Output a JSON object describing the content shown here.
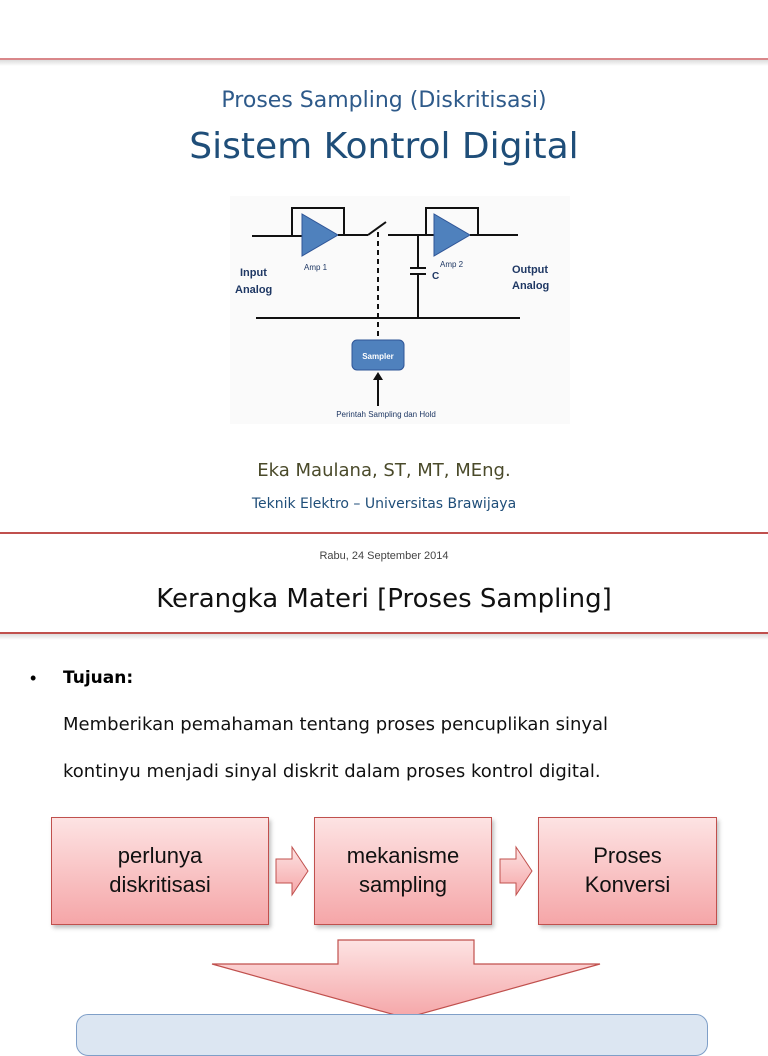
{
  "slide1": {
    "subtitle": "Proses Sampling (Diskritisasi)",
    "title": "Sistem Kontrol Digital",
    "diagram": {
      "input_label_1": "Input",
      "input_label_2": "Analog",
      "output_label_1": "Output",
      "output_label_2": "Analog",
      "amp1_label": "Amp 1",
      "amp2_label": "Amp 2",
      "capacitor_label": "C",
      "sampler_label": "Sampler",
      "command_label": "Perintah Sampling dan Hold"
    },
    "author": "Eka Maulana, ST, MT, MEng.",
    "affiliation": "Teknik Elektro – Universitas Brawijaya"
  },
  "slide2": {
    "date": "Rabu, 24 September 2014",
    "title": "Kerangka Materi [Proses Sampling]",
    "bullet_symbol": "•",
    "bullet_label": "Tujuan:",
    "body_line_1": "Memberikan pemahaman tentang proses pencuplikan sinyal",
    "body_line_2": "kontinyu menjadi sinyal diskrit dalam proses kontrol digital.",
    "flow": [
      {
        "line1": "perlunya",
        "line2": "diskritisasi"
      },
      {
        "line1": "mekanisme",
        "line2": "sampling"
      },
      {
        "line1": "Proses",
        "line2": "Konversi"
      }
    ]
  },
  "colors": {
    "accent_red": "#c0504d",
    "title_blue": "#1f4e79",
    "amp_blue": "#4f81bd",
    "box_pink": "#f5a6a8",
    "panel_blue": "#dce6f2"
  }
}
